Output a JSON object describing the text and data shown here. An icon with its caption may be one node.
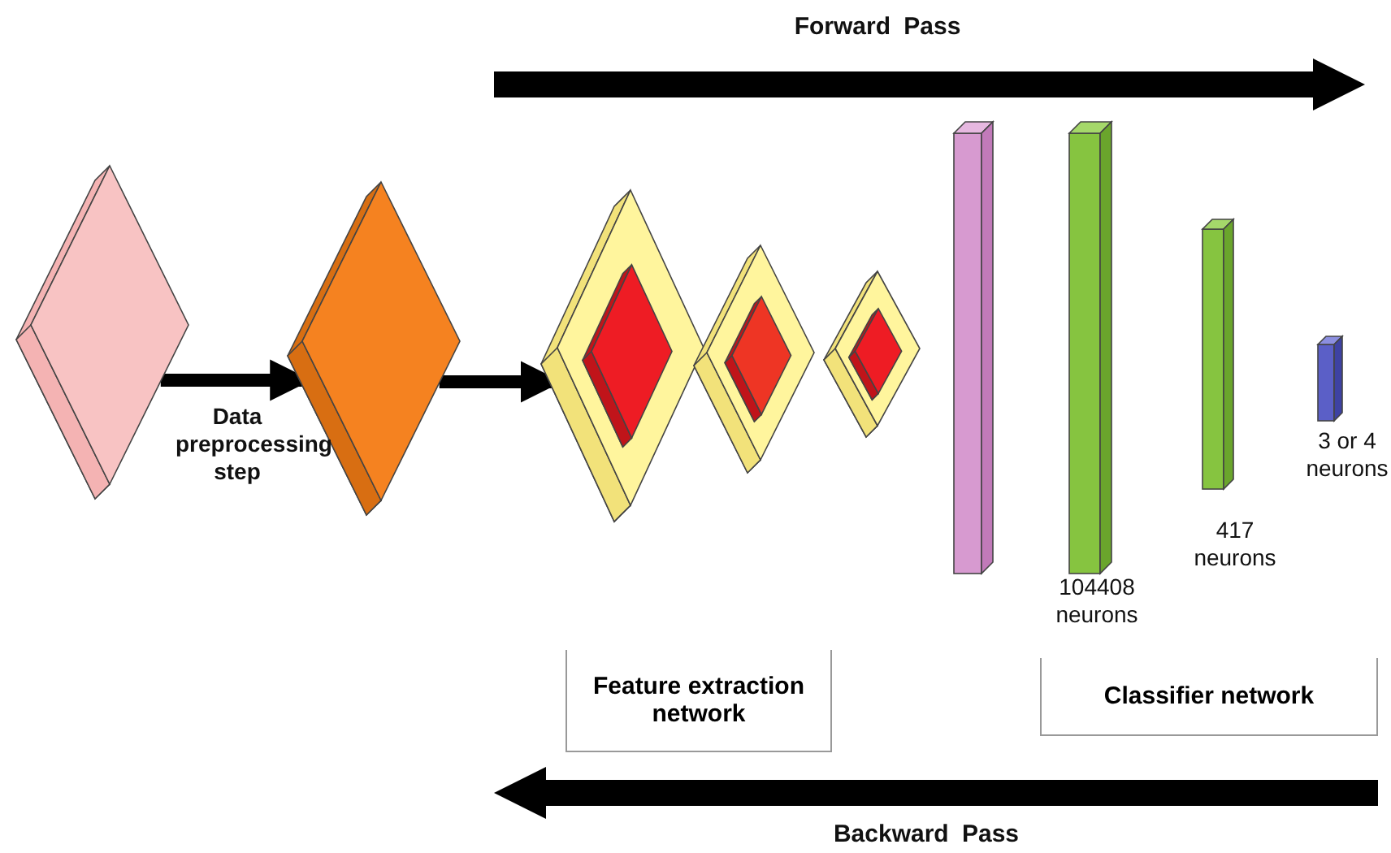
{
  "diagram": {
    "nodes": [
      {
        "text": [],
        "shape": "diamond"
      },
      {
        "text": [],
        "shape": "diamond"
      },
      {
        "text": [],
        "shape": "diamond"
      },
      {
        "text": [],
        "shape": "diamond"
      },
      {
        "text": [],
        "shape": "diamond"
      },
      {
        "text": [],
        "shape": "bar"
      },
      {
        "text": [],
        "shape": "bar",
        "beside": [
          "104408 neurons"
        ]
      },
      {
        "text": [],
        "shape": "bar",
        "beside": [
          "417 neurons"
        ]
      },
      {
        "text": [],
        "shape": "bar",
        "beside": [
          "3 or 4 neurons"
        ]
      },
      {
        "text": [
          "Feature extraction network"
        ]
      },
      {
        "text": [
          "Classifier network"
        ]
      }
    ],
    "edges": [
      {
        "from": 0,
        "to": 1,
        "arrow": "to",
        "label": "Data preprocessing step"
      },
      {
        "from": 1,
        "to": 2,
        "arrow": "to"
      }
    ],
    "labels": [
      "Forward Pass",
      "Backward Pass"
    ]
  }
}
